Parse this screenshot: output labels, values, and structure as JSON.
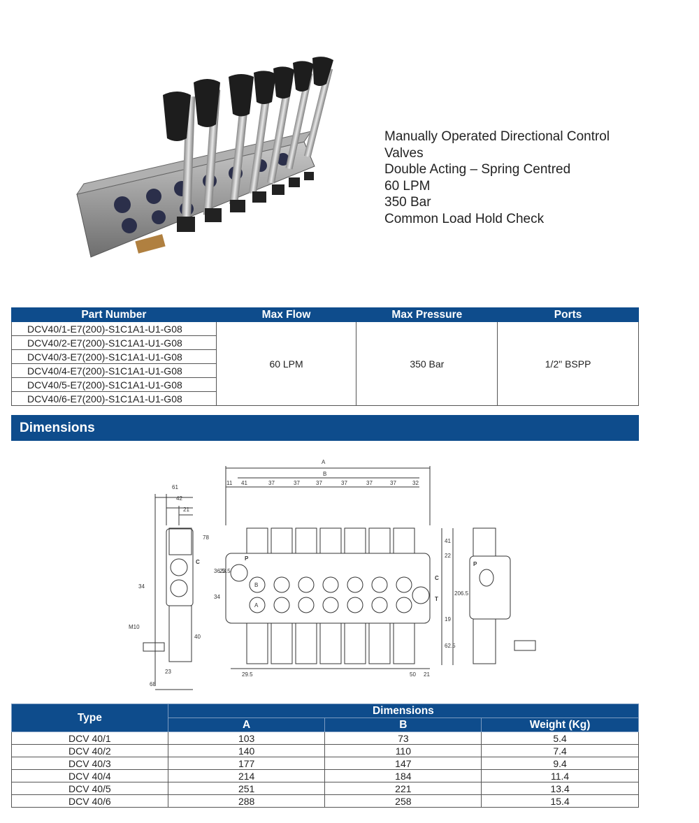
{
  "description": {
    "lines": [
      "Manually Operated Directional Control",
      "Valves",
      "Double Acting – Spring Centred",
      "60 LPM",
      "350 Bar",
      "Common Load Hold Check"
    ]
  },
  "spec_table": {
    "headers": [
      "Part Number",
      "Max Flow",
      "Max Pressure",
      "Ports"
    ],
    "part_numbers": [
      "DCV40/1-E7(200)-S1C1A1-U1-G08",
      "DCV40/2-E7(200)-S1C1A1-U1-G08",
      "DCV40/3-E7(200)-S1C1A1-U1-G08",
      "DCV40/4-E7(200)-S1C1A1-U1-G08",
      "DCV40/5-E7(200)-S1C1A1-U1-G08",
      "DCV40/6-E7(200)-S1C1A1-U1-G08"
    ],
    "max_flow": "60 LPM",
    "max_pressure": "350 Bar",
    "ports": "1/2\" BSPP"
  },
  "dimensions_heading": "Dimensions",
  "drawing": {
    "labels": {
      "A": "A",
      "B": "B",
      "d61": "61",
      "d42": "42",
      "d21": "21",
      "d11": "11",
      "d41": "41",
      "d37": "37",
      "d32": "32",
      "d41r": "41",
      "d22": "22",
      "d78": "78",
      "d265": "206.5",
      "d62": "62.5",
      "d19": "19",
      "d36": "36.5",
      "d23": "23.5",
      "d34": "34",
      "d40": "40",
      "d23b": "23",
      "d68": "68",
      "d295": "29.5",
      "d50": "50",
      "d21b": "21",
      "m10": "M10",
      "P": "P",
      "C": "C",
      "T": "T",
      "Cs": "C",
      "Ps": "P",
      "A1": "A",
      "B1": "B"
    }
  },
  "dimensions_table": {
    "type_header": "Type",
    "group_header": "Dimensions",
    "col_headers": [
      "A",
      "B",
      "Weight (Kg)"
    ],
    "rows": [
      {
        "type": "DCV 40/1",
        "a": "103",
        "b": "73",
        "w": "5.4"
      },
      {
        "type": "DCV 40/2",
        "a": "140",
        "b": "110",
        "w": "7.4"
      },
      {
        "type": "DCV 40/3",
        "a": "177",
        "b": "147",
        "w": "9.4"
      },
      {
        "type": "DCV 40/4",
        "a": "214",
        "b": "184",
        "w": "11.4"
      },
      {
        "type": "DCV 40/5",
        "a": "251",
        "b": "221",
        "w": "13.4"
      },
      {
        "type": "DCV 40/6",
        "a": "288",
        "b": "258",
        "w": "15.4"
      }
    ]
  }
}
